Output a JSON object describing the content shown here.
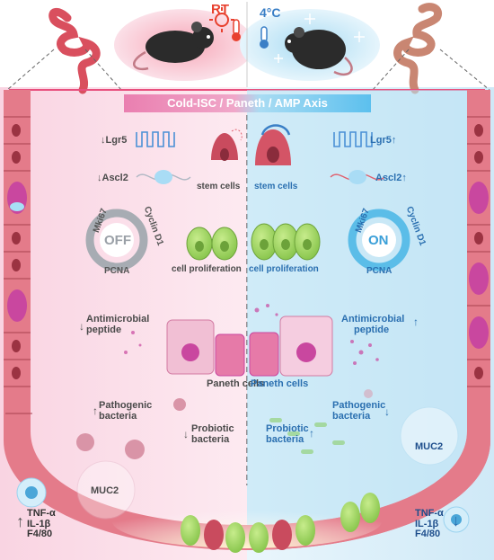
{
  "banner": {
    "title": "Cold-ISC / Paneth / AMP Axis"
  },
  "top": {
    "rt_label": "RT",
    "cold_label": "4°C"
  },
  "left": {
    "lgr5": "Lgr5",
    "ascl2": "Ascl2",
    "stem_cells": "stem cells",
    "cycle_state": "OFF",
    "mki67": "Mki67",
    "cyclin": "Cyclin D1",
    "pcna": "PCNA",
    "cell_proliferation": "cell proliferation",
    "amp_line1": "Antimicrobial",
    "amp_line2": "peptide",
    "paneth_cells": "Paneth cells",
    "patho_line1": "Pathogenic",
    "patho_line2": "bacteria",
    "probio_line1": "Probiotic",
    "probio_line2": "bacteria",
    "muc2": "MUC2",
    "tnf": "TNF-α",
    "il1b": "IL-1β",
    "f480": "F4/80"
  },
  "right": {
    "lgr5": "Lgr5",
    "ascl2": "Ascl2",
    "stem_cells": "stem cells",
    "cycle_state": "ON",
    "mki67": "Mki67",
    "cyclin": "Cyclin D1",
    "pcna": "PCNA",
    "cell_proliferation": "cell proliferation",
    "amp_line1": "Antimicrobial",
    "amp_line2": "peptide",
    "paneth_cells": "Paneth cells",
    "patho_line1": "Pathogenic",
    "patho_line2": "bacteria",
    "probio_line1": "Probiotic",
    "probio_line2": "bacteria",
    "muc2": "MUC2",
    "tnf": "TNF-α",
    "il1b": "IL-1β",
    "f480": "F4/80"
  },
  "colors": {
    "rt_accent": "#e8402e",
    "cold_accent": "#3a7fc6",
    "left_background": "#fde4ee",
    "right_background": "#e3f3fb",
    "epithelium_pink": "#e47b8a",
    "goblet_magenta": "#c9479f"
  },
  "icons": [
    "thermometer-hot-icon",
    "thermometer-cold-icon",
    "sun-icon",
    "snowflake-icon",
    "mouse-icon",
    "intestine-icon"
  ]
}
